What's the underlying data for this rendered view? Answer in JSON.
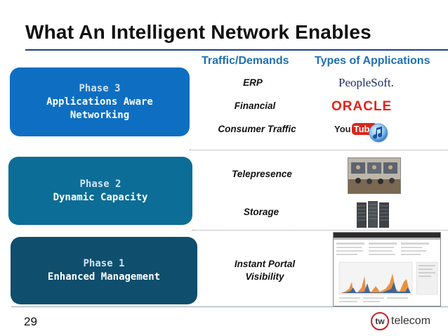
{
  "slide": {
    "title": "What An Intelligent Network Enables",
    "number": "29"
  },
  "columns": {
    "traffic_header": "Traffic/Demands",
    "apps_header": "Types of Applications"
  },
  "phases": [
    {
      "num": "Phase 3",
      "line1": "Applications Aware",
      "line2": "Networking",
      "color": "#0e6fc2"
    },
    {
      "num": "Phase 2",
      "line1": "Dynamic Capacity",
      "color": "#0c6d96"
    },
    {
      "num": "Phase 1",
      "line1": "Enhanced Management",
      "color": "#0f4e6d"
    }
  ],
  "traffic": {
    "erp": "ERP",
    "financial": "Financial",
    "consumer": "Consumer Traffic",
    "telepresence": "Telepresence",
    "storage": "Storage",
    "portal_line1": "Instant Portal",
    "portal_line2": "Visibility"
  },
  "logos": {
    "peoplesoft": "PeopleSoft.",
    "oracle": "ORACLE",
    "youtube_you": "You",
    "youtube_tube": "Tube",
    "itunes": "itunes-icon",
    "tw": "tw",
    "telecom": "telecom"
  },
  "colors": {
    "title_rule": "#1b3f8f",
    "header_text": "#1f6fb3",
    "oracle_red": "#e2231a",
    "tw_red": "#c62026"
  }
}
